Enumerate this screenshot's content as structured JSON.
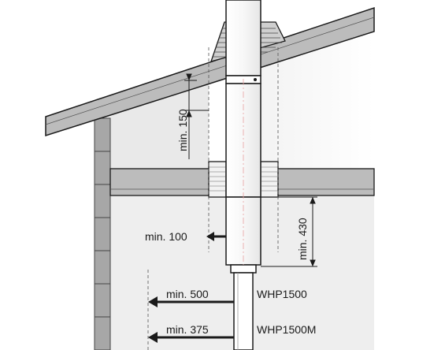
{
  "labels": {
    "min150": "min. 150",
    "min430": "min. 430",
    "min100": "min. 100",
    "min500": "min. 500",
    "min375": "min. 375",
    "model1": "WHP1500",
    "model2": "WHP1500M"
  },
  "colors": {
    "wall_fill": "#ececec",
    "roof_fill": "#bdbdbd",
    "ceiling_fill": "#bdbdbd",
    "brick_fill": "#a9a9a9",
    "line": "#1a1a1a",
    "guide": "#666666"
  }
}
